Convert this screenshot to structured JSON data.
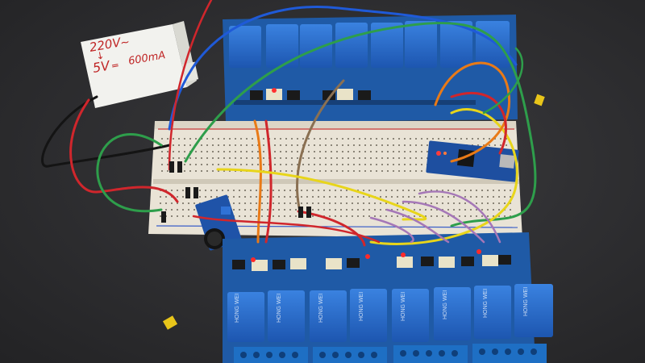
{
  "scene": {
    "description_free": true,
    "power_supply": {
      "input_label": "220V",
      "output_label": "5V",
      "current_label": "600mA"
    },
    "relay_brand": "HONG WEI",
    "relay_count_top": 8,
    "relay_count_bottom": 8,
    "colors": {
      "background": "#2f2f31",
      "relay_board": "#1f5aa6",
      "relay_body": "#2d6fd1",
      "breadboard": "#e9e3d6",
      "terminal_block": "#1e6fc4",
      "wire_blue": "#1f5ad8",
      "wire_green": "#2e9e4b",
      "wire_red": "#d0262c",
      "wire_orange": "#e97a17",
      "wire_yellow": "#e8d51a",
      "wire_purple": "#a577b7",
      "wire_brown": "#8a7052",
      "wire_black": "#141414"
    }
  }
}
